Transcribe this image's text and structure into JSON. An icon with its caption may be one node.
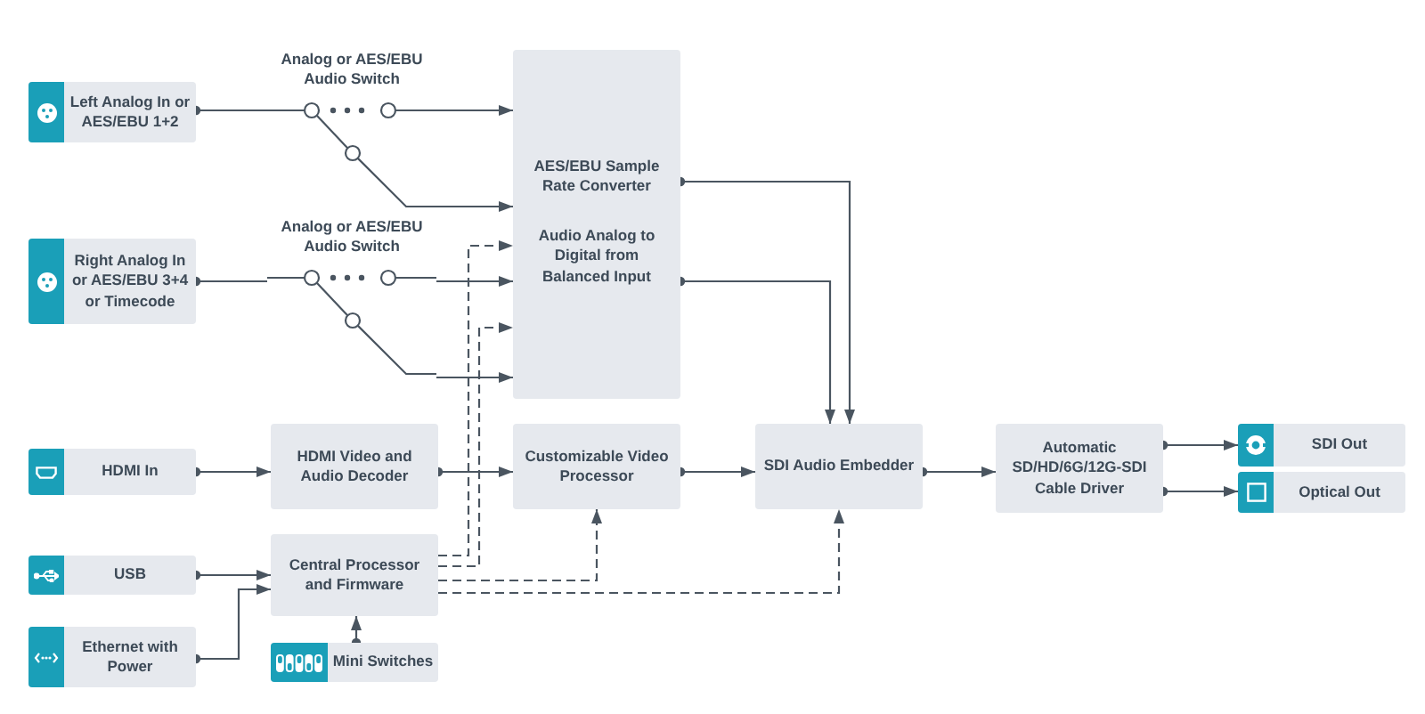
{
  "diagram": {
    "nodes": [
      {
        "text": [
          "Left Analog In or AES/EBU 1+2"
        ]
      },
      {
        "text": [
          "Analog or AES/EBU Audio Switch"
        ]
      },
      {
        "text": [
          "Right Analog In or AES/EBU 3+4 or Timecode"
        ]
      },
      {
        "text": [
          "Analog or AES/EBU Audio Switch"
        ]
      },
      {
        "text": [
          "AES/EBU Sample Rate Converter",
          "Audio Analog to Digital from Balanced Input"
        ]
      },
      {
        "text": [
          "HDMI In"
        ]
      },
      {
        "text": [
          "HDMI Video and Audio Decoder"
        ]
      },
      {
        "text": [
          "Customizable Video Processor"
        ]
      },
      {
        "text": [
          "SDI Audio Embedder"
        ]
      },
      {
        "text": [
          "Automatic SD/HD/6G/12G-SDI Cable Driver"
        ]
      },
      {
        "text": [
          "SDI Out"
        ]
      },
      {
        "text": [
          "Optical Out"
        ]
      },
      {
        "text": [
          "USB"
        ]
      },
      {
        "text": [
          "Central Processor and Firmware"
        ]
      },
      {
        "text": [
          "Ethernet with Power"
        ]
      },
      {
        "text": [
          "Mini Switches"
        ]
      }
    ],
    "edges": [
      {
        "from": 0,
        "to": 1,
        "arrow": "other"
      },
      {
        "from": 1,
        "to": 4,
        "arrow": "to"
      },
      {
        "from": 1,
        "to": 4,
        "arrow": "to"
      },
      {
        "from": 2,
        "to": 3,
        "arrow": "other"
      },
      {
        "from": 3,
        "to": 4,
        "arrow": "to"
      },
      {
        "from": 3,
        "to": 4,
        "arrow": "to"
      },
      {
        "from": 13,
        "to": 4,
        "arrow": "to",
        "style": "dashed"
      },
      {
        "from": 13,
        "to": 4,
        "arrow": "to",
        "style": "dashed"
      },
      {
        "from": 4,
        "to": 8,
        "arrow": "to"
      },
      {
        "from": 4,
        "to": 8,
        "arrow": "to"
      },
      {
        "from": 5,
        "to": 6,
        "arrow": "to"
      },
      {
        "from": 6,
        "to": 7,
        "arrow": "to"
      },
      {
        "from": 7,
        "to": 8,
        "arrow": "to"
      },
      {
        "from": 8,
        "to": 9,
        "arrow": "to"
      },
      {
        "from": 9,
        "to": 10,
        "arrow": "to"
      },
      {
        "from": 9,
        "to": 11,
        "arrow": "to"
      },
      {
        "from": 12,
        "to": 13,
        "arrow": "to"
      },
      {
        "from": 14,
        "to": 13,
        "arrow": "to"
      },
      {
        "from": 15,
        "to": 13,
        "arrow": "to"
      },
      {
        "from": 13,
        "to": 7,
        "arrow": "to",
        "style": "dashed"
      },
      {
        "from": 13,
        "to": 8,
        "arrow": "to",
        "style": "dashed"
      }
    ]
  }
}
